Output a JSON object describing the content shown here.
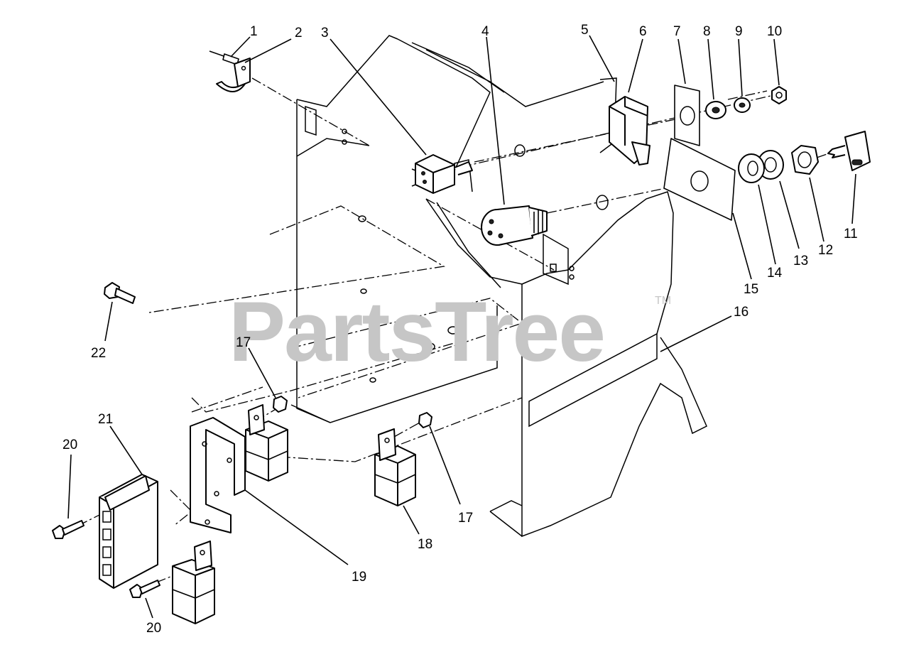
{
  "watermark": {
    "text": "PartsTree",
    "trademark": "TM"
  },
  "callouts": {
    "n1": "1",
    "n2": "2",
    "n3": "3",
    "n4": "4",
    "n5": "5",
    "n6": "6",
    "n7": "7",
    "n8": "8",
    "n9": "9",
    "n10": "10",
    "n11": "11",
    "n12": "12",
    "n13": "13",
    "n14": "14",
    "n15": "15",
    "n16": "16",
    "n17a": "17",
    "n17b": "17",
    "n18": "18",
    "n19": "19",
    "n20a": "20",
    "n20b": "20",
    "n21": "21",
    "n22": "22"
  }
}
